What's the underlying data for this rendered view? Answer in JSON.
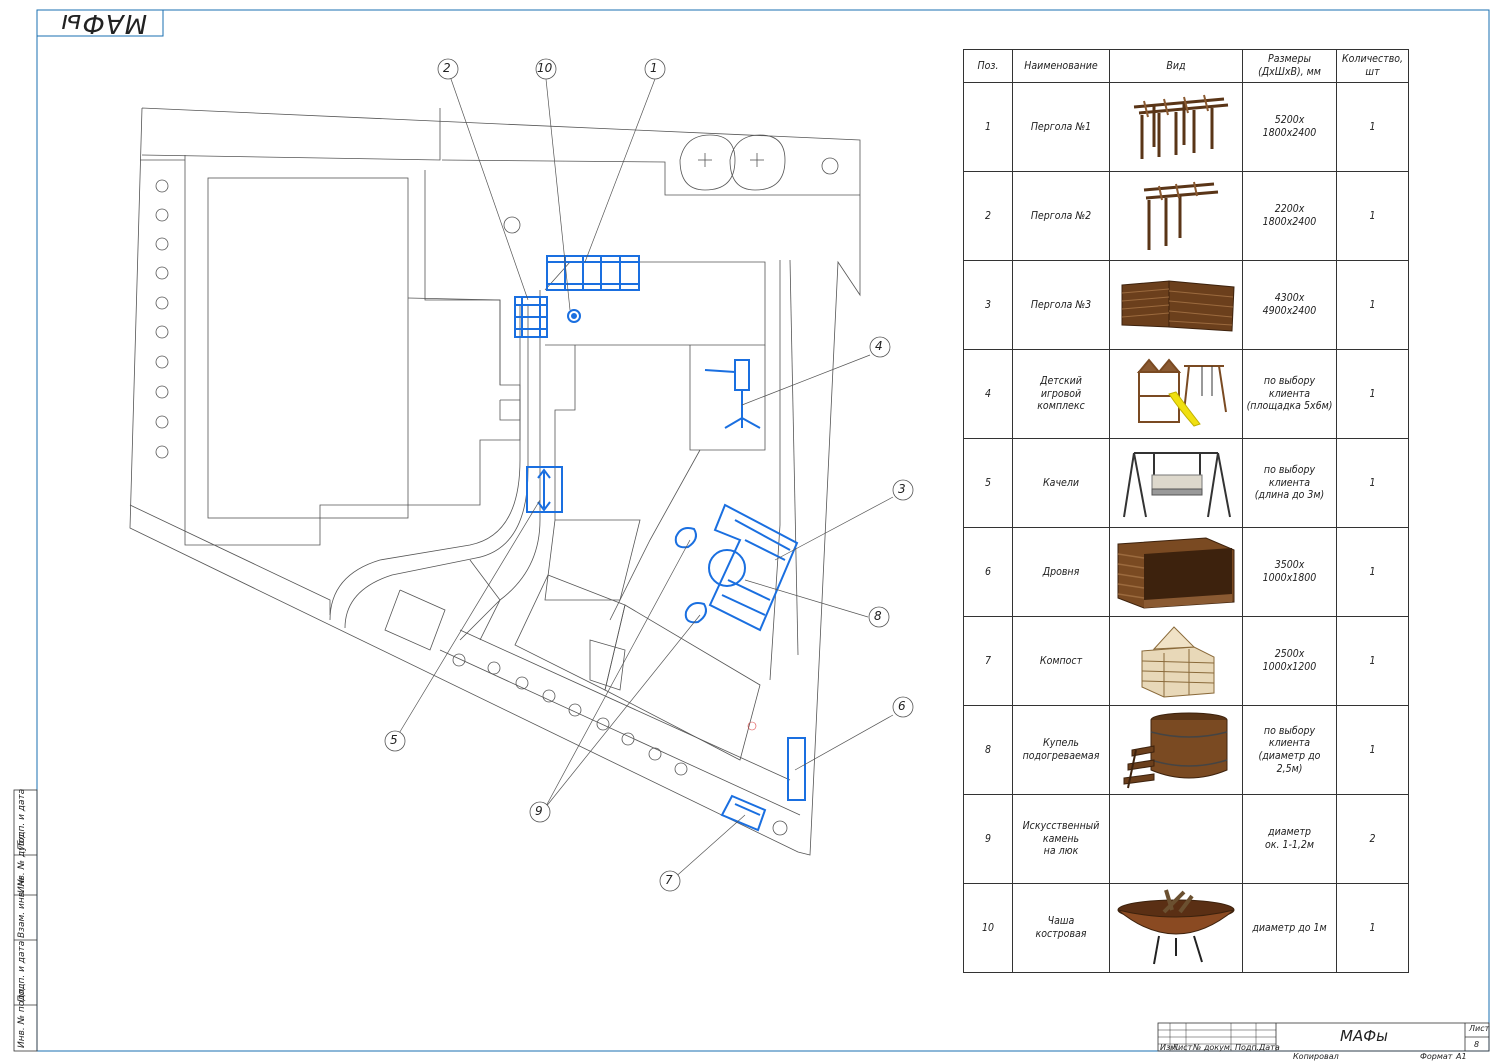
{
  "sheet": {
    "stamp_label": "МАФы",
    "title_block": {
      "name": "МАФы",
      "sheet_label": "Лист",
      "sheet_number": "8",
      "format_label": "Формат",
      "format_value": "А1",
      "copied_label": "Копировал",
      "cols": [
        "Изм.",
        "Лист",
        "№ докум.",
        "Подп.",
        "Дата"
      ]
    },
    "side_labels": [
      "Подп. и дата",
      "Инв. № дубл.",
      "Взам. инв. №",
      "Подп. и дата",
      "Инв. № подл."
    ]
  },
  "plan": {
    "callouts": [
      "1",
      "2",
      "3",
      "4",
      "5",
      "6",
      "7",
      "8",
      "9",
      "10"
    ],
    "colors": {
      "line": "#555555",
      "highlight": "#1a6fe0"
    }
  },
  "spec_table": {
    "headers": [
      "Поз.",
      "Наименование",
      "Вид",
      "Размеры (ДхШхВ), мм",
      "Количество, шт"
    ],
    "rows": [
      {
        "pos": "1",
        "name": "Пергола №1",
        "size": "5200х\n1800х2400",
        "qty": "1",
        "img": "pergola-1"
      },
      {
        "pos": "2",
        "name": "Пергола №2",
        "size": "2200х\n1800х2400",
        "qty": "1",
        "img": "pergola-2"
      },
      {
        "pos": "3",
        "name": "Пергола №3",
        "size": "4300х\n4900х2400",
        "qty": "1",
        "img": "pergola-3"
      },
      {
        "pos": "4",
        "name": "Детский\nигровой\nкомплекс",
        "size": "по выбору\nклиента\n(площадка 5х6м)",
        "qty": "1",
        "img": "playground"
      },
      {
        "pos": "5",
        "name": "Качели",
        "size": "по выбору клиента\n(длина до 3м)",
        "qty": "1",
        "img": "swing"
      },
      {
        "pos": "6",
        "name": "Дровня",
        "size": "3500х\n1000х1800",
        "qty": "1",
        "img": "woodshed"
      },
      {
        "pos": "7",
        "name": "Компост",
        "size": "2500х\n1000х1200",
        "qty": "1",
        "img": "compost"
      },
      {
        "pos": "8",
        "name": "Купель\nподогреваемая",
        "size": "по выбору\nклиента\n(диаметр до 2,5м)",
        "qty": "1",
        "img": "hot-tub"
      },
      {
        "pos": "9",
        "name": "Искусственный\nкамень\nна люк",
        "size": "диаметр\nок. 1-1,2м",
        "qty": "2",
        "img": ""
      },
      {
        "pos": "10",
        "name": "Чаша\nкостровая",
        "size": "диаметр до 1м",
        "qty": "1",
        "img": "fire-bowl"
      }
    ]
  }
}
